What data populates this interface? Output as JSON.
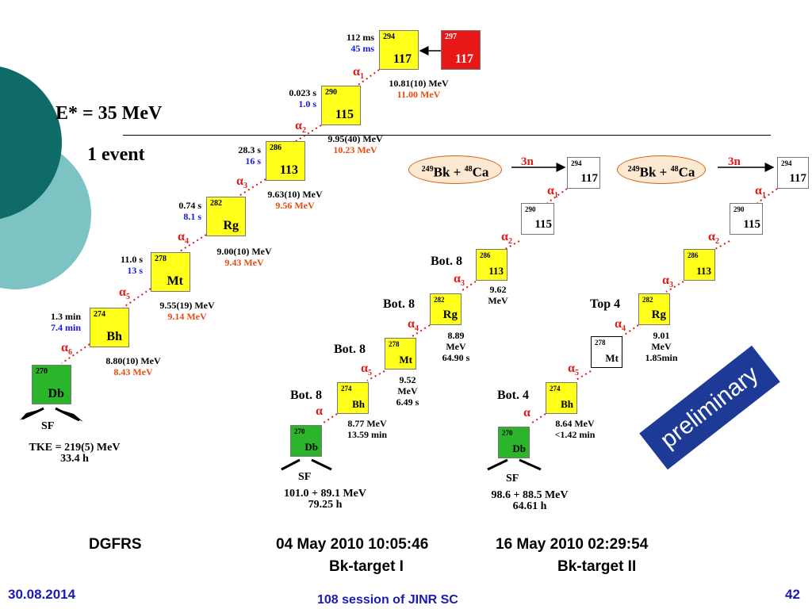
{
  "colors": {
    "teal_dark": "#0f6b68",
    "teal_light": "#7ec3c4",
    "yellow": "#ffff1a",
    "green": "#2bb52b",
    "red": "#e81818",
    "footer_blue": "#1a1ab4",
    "preliminary_bg": "#1c3a96"
  },
  "header": {
    "energy": "E* = 35 MeV",
    "events": "1 event"
  },
  "left_chain": {
    "start": {
      "mass": "297",
      "element": "117"
    },
    "nuclei": [
      {
        "mass": "294",
        "element": "117",
        "time_exp": "112 ms",
        "time_theory": "45 ms"
      },
      {
        "mass": "290",
        "element": "115",
        "time_exp": "0.023 s",
        "time_theory": "1.0 s"
      },
      {
        "mass": "286",
        "element": "113",
        "time_exp": "28.3 s",
        "time_theory": "16 s"
      },
      {
        "mass": "282",
        "element": "Rg",
        "time_exp": "0.74 s",
        "time_theory": "8.1 s"
      },
      {
        "mass": "278",
        "element": "Mt",
        "time_exp": "11.0 s",
        "time_theory": "13 s"
      },
      {
        "mass": "274",
        "element": "Bh",
        "time_exp": "1.3 min",
        "time_theory": "7.4 min"
      },
      {
        "mass": "270",
        "element": "Db"
      }
    ],
    "alphas": [
      "1",
      "2",
      "3",
      "4",
      "5",
      "6"
    ],
    "energies": [
      {
        "exp": "10.81(10) MeV",
        "theory": "11.00 MeV"
      },
      {
        "exp": "9.95(40) MeV",
        "theory": "10.23 MeV"
      },
      {
        "exp": "9.63(10) MeV",
        "theory": "9.56 MeV"
      },
      {
        "exp": "9.00(10) MeV",
        "theory": "9.43 MeV"
      },
      {
        "exp": "9.55(19) MeV",
        "theory": "9.14 MeV"
      },
      {
        "exp": "8.80(10) MeV",
        "theory": "8.43 MeV"
      }
    ],
    "sf": "SF",
    "tke": "TKE = 219(5) MeV",
    "sf_time": "33.4 h"
  },
  "chain1": {
    "reaction": {
      "bk_mass": "249",
      "bk": "Bk + ",
      "ca_mass": "48",
      "ca": "Ca"
    },
    "channel": "3n",
    "nuclei": [
      {
        "mass": "294",
        "element": "117"
      },
      {
        "mass": "290",
        "element": "115"
      },
      {
        "mass": "286",
        "element": "113",
        "bot": "Bot. 8"
      },
      {
        "mass": "282",
        "element": "Rg",
        "bot": "Bot. 8"
      },
      {
        "mass": "278",
        "element": "Mt",
        "bot": "Bot. 8"
      },
      {
        "mass": "274",
        "element": "Bh",
        "bot": "Bot. 8"
      },
      {
        "mass": "270",
        "element": "Db"
      }
    ],
    "alphas": [
      "1",
      "2",
      "3",
      "4",
      "5",
      ""
    ],
    "notes": [
      {
        "l1": "9.62",
        "l2": "MeV"
      },
      {
        "l1": "8.89",
        "l2": "MeV",
        "l3": "64.90 s"
      },
      {
        "l1": "9.52",
        "l2": "MeV",
        "l3": "6.49 s"
      },
      {
        "l1": "8.77 MeV",
        "l2": "13.59 min"
      }
    ],
    "sf": "SF",
    "sf_energy": "101.0 + 89.1 MeV",
    "sf_time": "79.25 h",
    "date": "04 May 2010 10:05:46",
    "target": "Bk-target I"
  },
  "chain2": {
    "reaction": {
      "bk_mass": "249",
      "bk": "Bk + ",
      "ca_mass": "48",
      "ca": "Ca"
    },
    "channel": "3n",
    "nuclei": [
      {
        "mass": "294",
        "element": "117"
      },
      {
        "mass": "290",
        "element": "115"
      },
      {
        "mass": "286",
        "element": "113"
      },
      {
        "mass": "282",
        "element": "Rg",
        "bot": "Top 4"
      },
      {
        "mass": "278",
        "element": "Mt"
      },
      {
        "mass": "274",
        "element": "Bh",
        "bot": "Bot. 4"
      },
      {
        "mass": "270",
        "element": "Db"
      }
    ],
    "alphas": [
      "1",
      "2",
      "3",
      "4",
      "5",
      ""
    ],
    "notes": [
      {
        "l1": "9.01",
        "l2": "MeV",
        "l3": "1.85min"
      },
      {
        "l1": "8.64 MeV",
        "l2": "<1.42 min"
      }
    ],
    "sf": "SF",
    "sf_energy": "98.6 + 88.5 MeV",
    "sf_time": "64.61 h",
    "date": "16 May 2010 02:29:54",
    "target": "Bk-target II"
  },
  "preliminary": "preliminary",
  "dgfrs": "DGFRS",
  "footer": {
    "date": "30.08.2014",
    "title": "108 session of JINR SC",
    "page": "42"
  }
}
